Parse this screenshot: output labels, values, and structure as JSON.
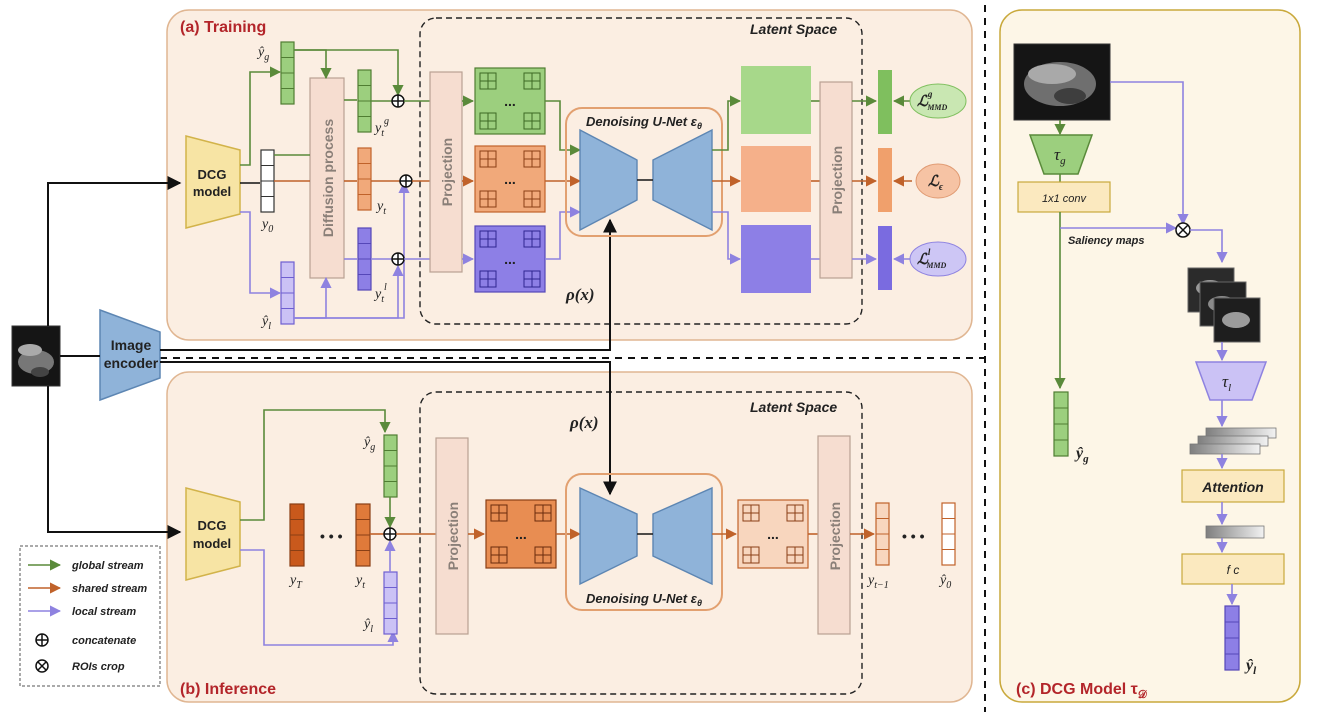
{
  "training": {
    "title": "(a) Training",
    "latent_space": "Latent Space",
    "dcg_model": [
      "DCG",
      "model"
    ],
    "diffusion_process": "Diffusion process",
    "projection": "Projection",
    "unet_label": "Denoising U-Net ε",
    "unet_sub": "θ",
    "rho": "ρ(x)",
    "ellipsis": "...",
    "vars": {
      "y_g_hat": "ŷ",
      "y_g_sub": "g",
      "y_0": "y",
      "y_0_sub": "0",
      "y_l_hat": "ŷ",
      "y_l_sub": "l",
      "y_t_g": "y",
      "y_t_g_sub": "t",
      "y_t_g_sup": "g",
      "y_t": "y",
      "y_t_sub": "t",
      "y_t_l": "y",
      "y_t_l_sub": "t",
      "y_t_l_sup": "l"
    },
    "losses": {
      "mmd_g": "ℒ",
      "mmd_g_sup": "g",
      "mmd_g_sub": "MMD",
      "eps": "ℒ",
      "eps_sub": "ϵ",
      "mmd_l": "ℒ",
      "mmd_l_sup": "l",
      "mmd_l_sub": "MMD"
    }
  },
  "image_encoder": [
    "Image",
    "encoder"
  ],
  "inference": {
    "title": "(b) Inference",
    "latent_space": "Latent Space",
    "dcg_model": [
      "DCG",
      "model"
    ],
    "projection": "Projection",
    "unet_label": "Denoising U-Net ε",
    "unet_sub": "θ",
    "rho": "ρ(x)",
    "ellipsis": "...",
    "ellipsis_dots": "• • •",
    "vars": {
      "y_T": "y",
      "y_T_sub": "T",
      "y_t": "y",
      "y_t_sub": "t",
      "y_g_hat": "ŷ",
      "y_g_sub": "g",
      "y_l_hat": "ŷ",
      "y_l_sub": "l",
      "y_t_1": "y",
      "y_t_1_sub": "t−1",
      "y_0_hat": "ŷ",
      "y_0_sub": "0"
    }
  },
  "legend": {
    "global": "global stream",
    "shared": "shared stream",
    "local": "local stream",
    "concat": "concatenate",
    "roi": "ROIs crop"
  },
  "dcg_panel": {
    "title": "(c) DCG Model τ",
    "title_sub": "𝒟",
    "tau_g": "τ",
    "tau_g_sub": "g",
    "conv": "1x1 conv",
    "saliency": "Saliency maps",
    "tau_l": "τ",
    "tau_l_sub": "l",
    "y_g_hat": "ŷ",
    "y_g_sub": "g",
    "attention": "Attention",
    "fc": "f c",
    "y_l_hat": "ŷ",
    "y_l_sub": "l"
  },
  "colors": {
    "global": "#5a8a3a",
    "shared": "#c0622a",
    "local": "#8e82e0",
    "panel_fill": "#fbeee2",
    "panel_stroke": "#e0b692",
    "unet": "#8fb3d9",
    "dcg_fill": "#f7e4a4",
    "title_red": "#b3252a"
  }
}
